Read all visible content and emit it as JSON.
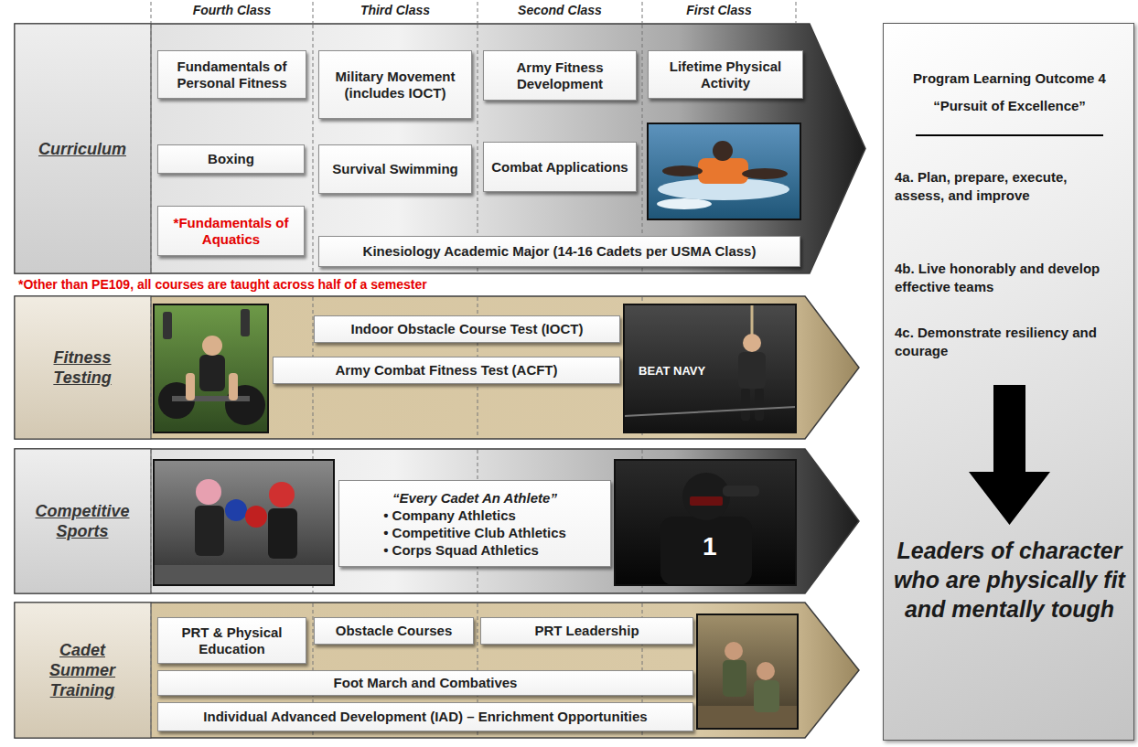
{
  "diagram": {
    "nodes": [
      {
        "text": [
          "Curriculum"
        ]
      },
      {
        "text": [
          "Fundamentals of Personal Fitness"
        ],
        "in": 0
      },
      {
        "text": [
          "Military Movement (includes IOCT)"
        ],
        "in": 0
      },
      {
        "text": [
          "Army Fitness Development"
        ],
        "in": 0
      },
      {
        "text": [
          "Lifetime Physical Activity"
        ],
        "in": 0
      },
      {
        "text": [
          "Boxing"
        ],
        "in": 0
      },
      {
        "text": [
          "Survival Swimming"
        ],
        "in": 0
      },
      {
        "text": [
          "Combat Applications"
        ],
        "in": 0
      },
      {
        "text": [
          "*Fundamentals of Aquatics"
        ],
        "in": 0
      },
      {
        "text": [
          "Kinesiology Academic Major (14-16 Cadets per USMA Class)"
        ],
        "in": 0
      },
      {
        "text": [
          "Fitness Testing"
        ]
      },
      {
        "text": [
          "Indoor Obstacle Course Test (IOCT)"
        ],
        "in": 10
      },
      {
        "text": [
          "Army Combat Fitness Test (ACFT)"
        ],
        "in": 10
      },
      {
        "text": [
          "Competitive Sports"
        ]
      },
      {
        "text": [
          "“Every Cadet An Athlete”",
          "• Company Athletics",
          "• Competitive Club Athletics",
          "• Corps Squad Athletics"
        ],
        "in": 13
      },
      {
        "text": [
          "Cadet Summer Training"
        ]
      },
      {
        "text": [
          "PRT & Physical Education"
        ],
        "in": 15
      },
      {
        "text": [
          "Obstacle Courses"
        ],
        "in": 15
      },
      {
        "text": [
          "PRT Leadership"
        ],
        "in": 15
      },
      {
        "text": [
          "Foot March and Combatives"
        ],
        "in": 15
      },
      {
        "text": [
          "Individual Advanced Development (IAD) – Enrichment Opportunities"
        ],
        "in": 15
      },
      {
        "text": [
          "Program Learning Outcome 4",
          "“Pursuit of Excellence”",
          "4a. Plan, prepare, execute, assess, and improve",
          "4b. Live honorably and develop effective teams",
          "4c. Demonstrate resiliency and courage",
          "Leaders of character who are physically fit and mentally tough"
        ]
      }
    ],
    "labels": [
      "Fourth Class",
      "Third Class",
      "Second Class",
      "First Class",
      "*Other than PE109, all courses are taught across half of a semester",
      "BEAT NAVY",
      "1"
    ]
  }
}
